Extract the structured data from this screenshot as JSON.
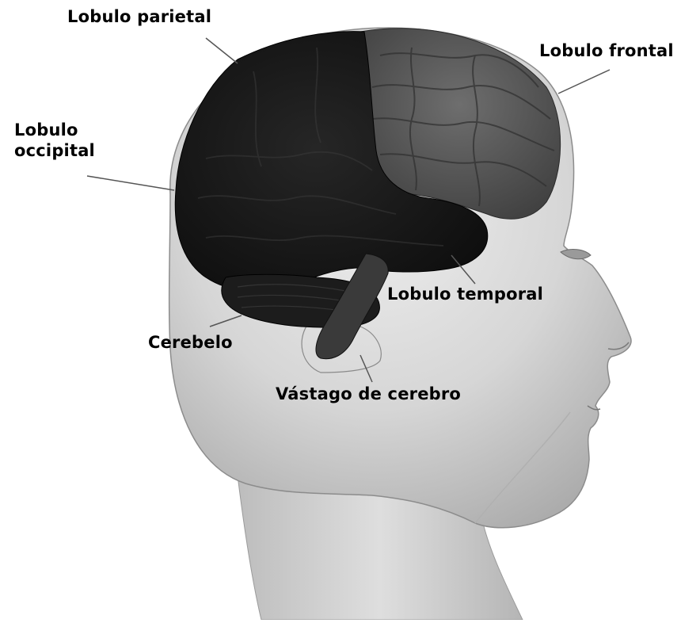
{
  "labels": {
    "parietal": "Lobulo parietal",
    "frontal": "Lobulo frontal",
    "occipital_line1": "Lobulo",
    "occipital_line2": "occipital",
    "temporal": "Lobulo temporal",
    "cerebellum": "Cerebelo",
    "brainstem": "Vástago de cerebro"
  },
  "colors": {
    "background": "#ffffff",
    "head_skin": "#d9d9d9",
    "head_shadow": "#a8a8a8",
    "frontal_lobe": "#5a5a5a",
    "dark_lobes": "#1a1a1a",
    "label_text": "#000000",
    "leader_line": "#555555"
  }
}
